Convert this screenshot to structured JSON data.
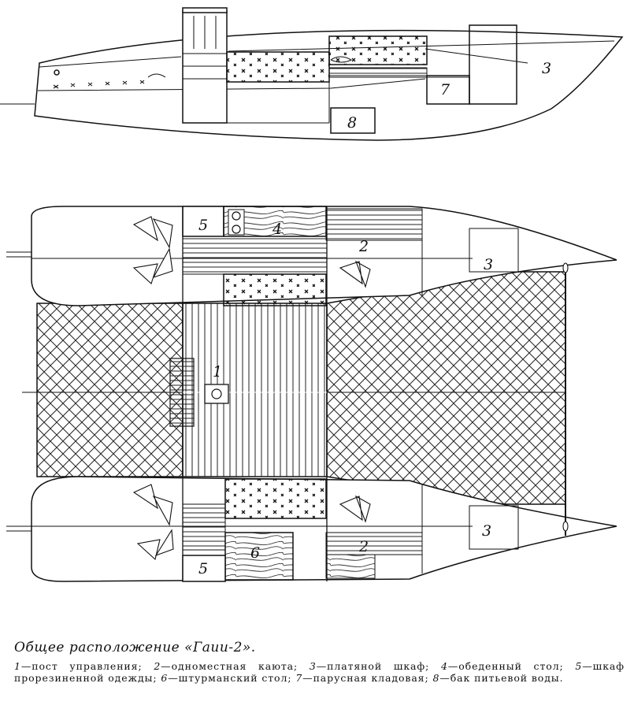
{
  "caption": {
    "title": "Общее расположение «Гаuи-2».",
    "legend": [
      {
        "num": "1",
        "text": "пост управления"
      },
      {
        "num": "2",
        "text": "одноместная каюта"
      },
      {
        "num": "3",
        "text": "платяной шкаф"
      },
      {
        "num": "4",
        "text": "обеденный стол"
      },
      {
        "num": "5",
        "text": "шкаф прорезиненной одежды"
      },
      {
        "num": "6",
        "text": "штурманский стол"
      },
      {
        "num": "7",
        "text": "парусная кладовая"
      },
      {
        "num": "8",
        "text": "бак питьевой воды"
      }
    ]
  },
  "labels": {
    "side": {
      "n3": "3",
      "n7": "7",
      "n8": "8"
    },
    "plan": {
      "n1": "1",
      "top": {
        "n2": "2",
        "n3": "3",
        "n4": "4",
        "n5": "5"
      },
      "bottom": {
        "n2": "2",
        "n3": "3",
        "n5": "5",
        "n6": "6"
      }
    }
  }
}
